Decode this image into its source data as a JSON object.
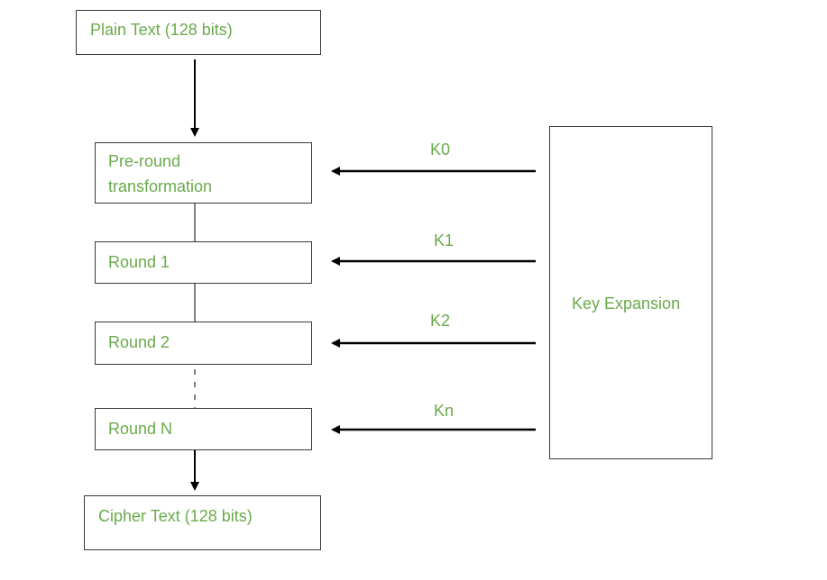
{
  "diagram": {
    "plain_text": "Plain Text (128 bits)",
    "pre_round": "Pre-round\ntransformation",
    "round_1": "Round 1",
    "round_2": "Round 2",
    "round_n": "Round N",
    "cipher_text": "Cipher Text (128 bits)",
    "key_expansion": "Key Expansion",
    "keys": {
      "k0": "K0",
      "k1": "K1",
      "k2": "K2",
      "kn": "Kn"
    },
    "colors": {
      "text": "#6aaa4a",
      "border": "#3a3a3a",
      "arrow": "#000000"
    }
  }
}
